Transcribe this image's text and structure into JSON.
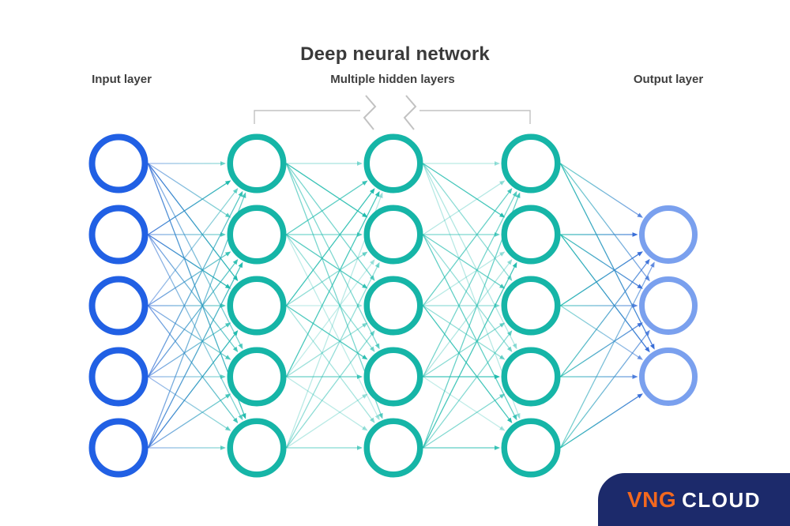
{
  "title": "Deep neural network",
  "layer_labels": {
    "input": "Input layer",
    "hidden": "Multiple hidden layers",
    "output": "Output layer"
  },
  "network": {
    "layers": [
      {
        "name": "input-layer",
        "node_count": 5,
        "ring_color": "#2160e4"
      },
      {
        "name": "hidden-layer-1",
        "node_count": 5,
        "ring_color": "#16b5a7"
      },
      {
        "name": "hidden-layer-2",
        "node_count": 5,
        "ring_color": "#16b5a7"
      },
      {
        "name": "hidden-layer-3",
        "node_count": 5,
        "ring_color": "#16b5a7"
      },
      {
        "name": "output-layer",
        "node_count": 3,
        "ring_color": "#7aa0ee"
      }
    ],
    "edge_colors": {
      "blue": "#3a6fd8",
      "teal": "#22bcae"
    },
    "bracket_color": "#c2c2c2"
  },
  "logo": {
    "brand": "VNG",
    "product": "CLOUD",
    "background": "#1c2a6b",
    "brand_color": "#f2681f",
    "product_color": "#ffffff"
  }
}
